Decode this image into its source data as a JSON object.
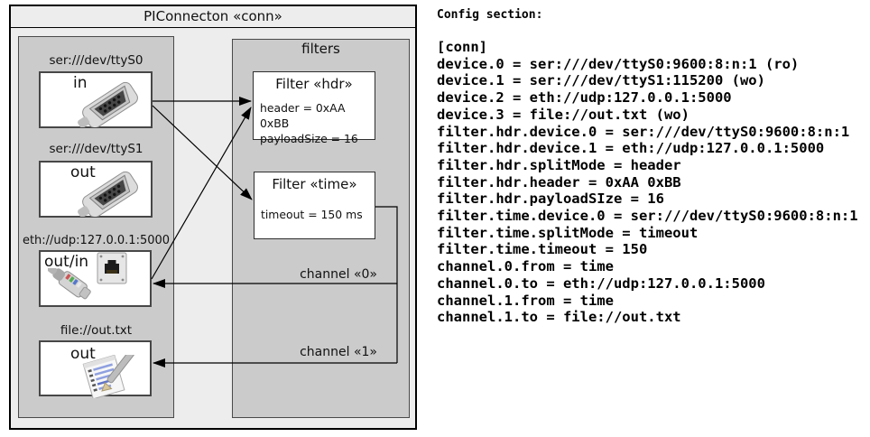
{
  "colors": {
    "outer_background": "#ededed",
    "group_background": "#cbcbcb",
    "box_background": "#ffffff",
    "line_color": "#000000"
  },
  "diagram": {
    "title": "PIConnecton «conn»",
    "devices": [
      {
        "url": "ser:///dev/ttyS0",
        "label": "in",
        "icon": "serial-port-photo"
      },
      {
        "url": "ser:///dev/ttyS1",
        "label": "out",
        "icon": "serial-port-photo"
      },
      {
        "url": "eth://udp:127.0.0.1:5000",
        "label": "out/in",
        "icon": "ethernet-jack-photo"
      },
      {
        "url": "file://out.txt",
        "label": "out",
        "icon": "notepad-photo"
      }
    ],
    "filters_group_title": "filters",
    "filters": [
      {
        "title": "Filter «hdr»",
        "properties": [
          "header = 0xAA 0xBB",
          "payloadSize = 16"
        ]
      },
      {
        "title": "Filter «time»",
        "properties": [
          "timeout = 150 ms"
        ]
      }
    ],
    "channels": [
      {
        "label": "channel «0»"
      },
      {
        "label": "channel «1»"
      }
    ]
  },
  "config": {
    "heading": "Config section:",
    "lines": [
      "[conn]",
      "device.0 = ser:///dev/ttyS0:9600:8:n:1 (ro)",
      "device.1 = ser:///dev/ttyS1:115200 (wo)",
      "device.2 = eth://udp:127.0.0.1:5000",
      "device.3 = file://out.txt (wo)",
      "filter.hdr.device.0 = ser:///dev/ttyS0:9600:8:n:1",
      "filter.hdr.device.1 = eth://udp:127.0.0.1:5000",
      "filter.hdr.splitMode = header",
      "filter.hdr.header = 0xAA 0xBB",
      "filter.hdr.payloadSIze = 16",
      "filter.time.device.0 = ser:///dev/ttyS0:9600:8:n:1",
      "filter.time.splitMode = timeout",
      "filter.time.timeout = 150",
      "channel.0.from = time",
      "channel.0.to = eth://udp:127.0.0.1:5000",
      "channel.1.from = time",
      "channel.1.to = file://out.txt"
    ]
  }
}
